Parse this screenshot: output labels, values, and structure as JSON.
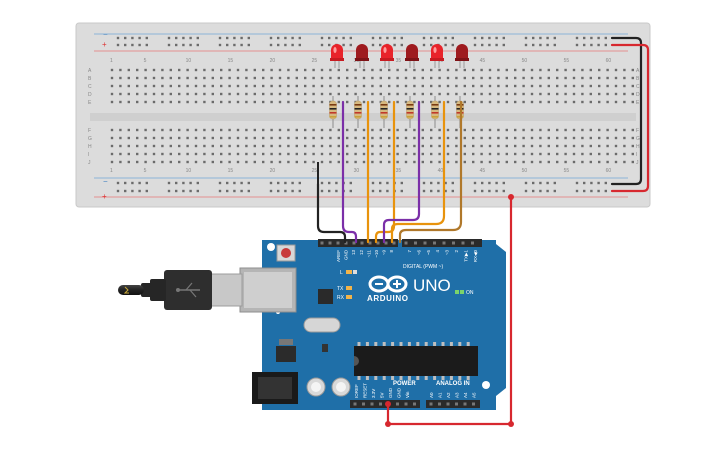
{
  "breadboard": {
    "column_numbers": [
      "1",
      "5",
      "10",
      "15",
      "20",
      "25",
      "30",
      "35",
      "40",
      "45",
      "50",
      "55",
      "60"
    ],
    "row_letters_top": [
      "A",
      "B",
      "C",
      "D",
      "E"
    ],
    "row_letters_bottom": [
      "F",
      "G",
      "H",
      "I",
      "J"
    ],
    "rail_minus": "−",
    "rail_plus": "+"
  },
  "arduino": {
    "brand": "ARDUINO",
    "model": "UNO",
    "digital_header_label": "DIGITAL (PWM ~)",
    "digital_pins": [
      "AREF",
      "GND",
      "13",
      "12",
      "~11",
      "~10",
      "~9",
      "8",
      "7",
      "~6",
      "~5",
      "4",
      "~3",
      "2",
      "TX▶1",
      "RX◀0"
    ],
    "power_header_label": "POWER",
    "power_pins": [
      "IOREF",
      "RESET",
      "3.3V",
      "5V",
      "GND",
      "GND",
      "Vin"
    ],
    "analog_header_label": "ANALOG IN",
    "analog_pins": [
      "A0",
      "A1",
      "A2",
      "A3",
      "A4",
      "A5"
    ],
    "led_l": "L",
    "led_tx": "TX",
    "led_rx": "RX",
    "on_label": "ON"
  },
  "colors": {
    "led_red": "#e8232a",
    "wire_black": "#222222",
    "wire_red": "#d7282f",
    "wire_purple": "#7b2fa8",
    "wire_orange": "#e8930c",
    "wire_brown": "#b0782a",
    "board_blue": "#1f6fa8"
  }
}
